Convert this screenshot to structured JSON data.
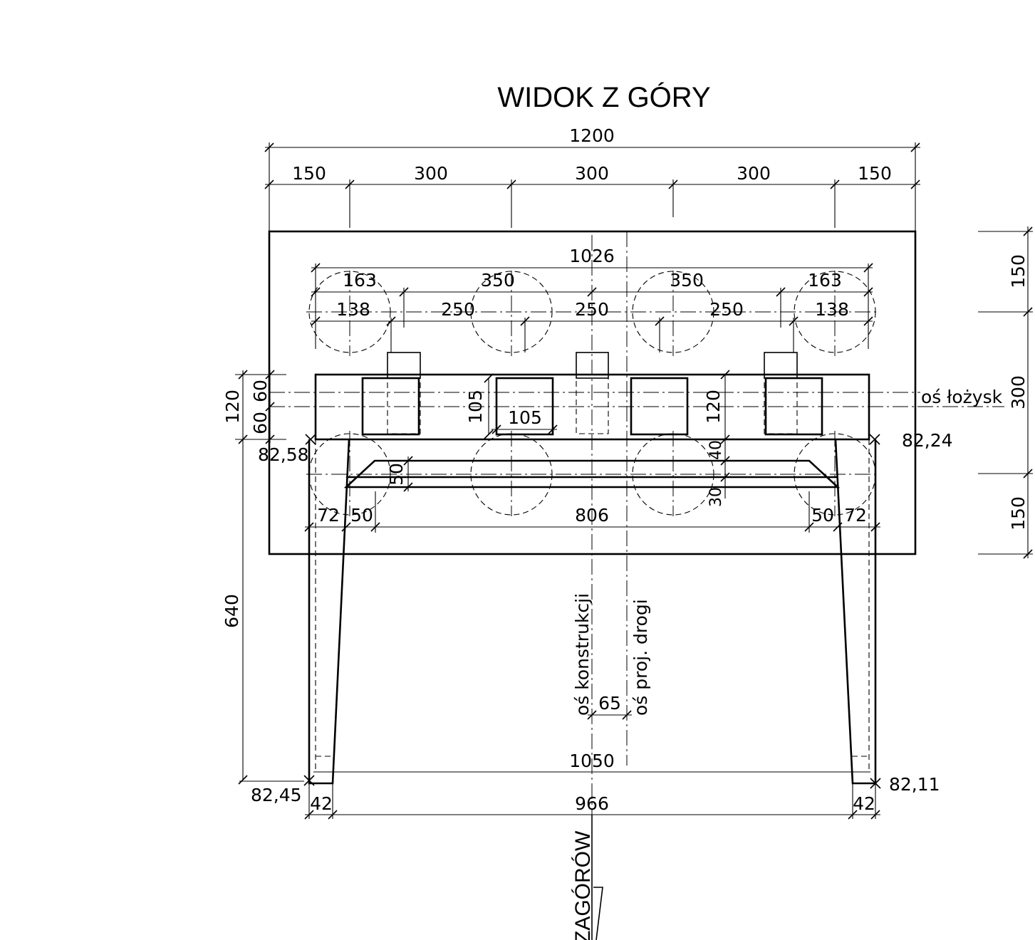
{
  "title": "WIDOK Z GÓRY",
  "top_dims": {
    "overall": "1200",
    "segments": [
      "150",
      "300",
      "300",
      "300",
      "150"
    ]
  },
  "pile_dims": {
    "overall": "1026",
    "row2": [
      "163",
      "350",
      "350",
      "163"
    ],
    "row3": [
      "138",
      "250",
      "250",
      "250",
      "138"
    ]
  },
  "right_dims": [
    "150",
    "300",
    "150"
  ],
  "labels": {
    "bearing_axis": "oś łożysk",
    "structure_axis": "oś konstrukcji",
    "road_axis": "oś proj. drogi",
    "zagorow": "ZAGÓRÓW"
  },
  "elevations": {
    "left_top": "82,58",
    "right_top": "82,24",
    "left_bottom": "82,45",
    "right_bottom": "82,11"
  },
  "left_dims": {
    "total": "120",
    "upper": "60",
    "lower": "60",
    "wall": "640"
  },
  "inner_dims": {
    "bearing_h": "105",
    "bearing_w": "105",
    "block_h": "120",
    "step_40": "40",
    "step_30": "30",
    "wing_50_v": "50",
    "left_72": "72",
    "left_50": "50",
    "mid_806": "806",
    "right_50": "50",
    "right_72": "72",
    "offset_65": "65",
    "dim_1050": "1050",
    "left_42": "42",
    "mid_966": "966",
    "right_42": "42"
  }
}
